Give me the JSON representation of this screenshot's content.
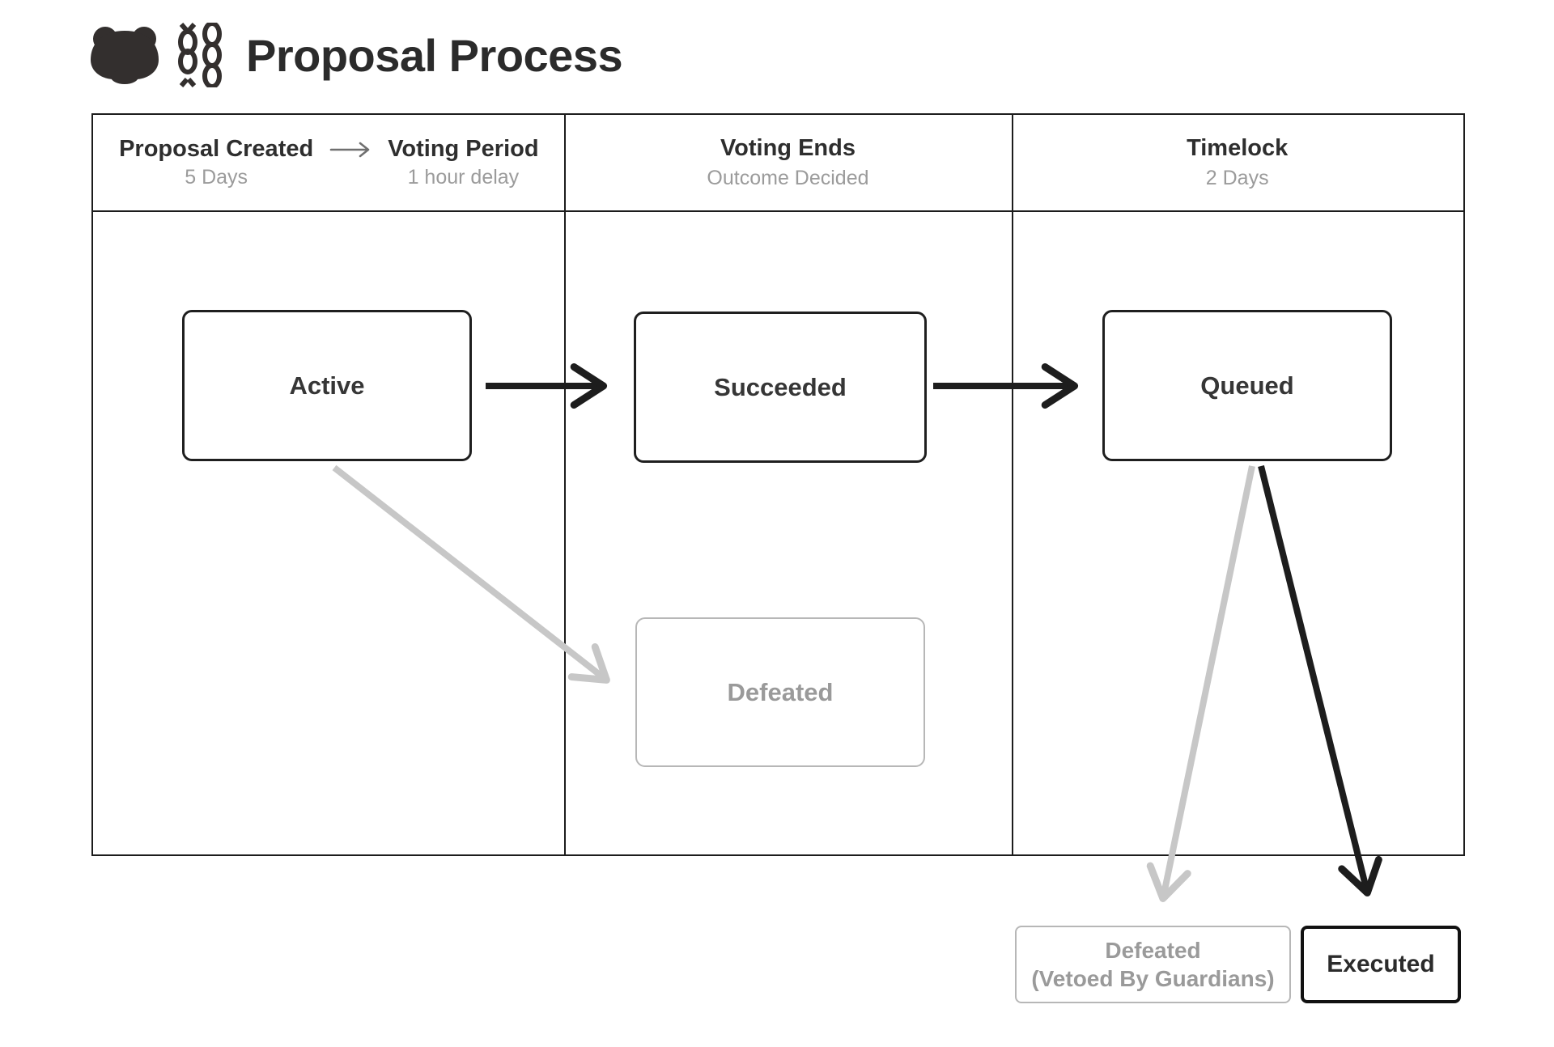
{
  "title": {
    "text": "Proposal Process",
    "icons": [
      "bear-icon",
      "chain-icon"
    ]
  },
  "table": {
    "columns": [
      {
        "type": "split",
        "left": {
          "title": "Proposal Created",
          "subtitle": "5 Days"
        },
        "arrow": "→",
        "right": {
          "title": "Voting Period",
          "subtitle": "1 hour delay"
        }
      },
      {
        "type": "simple",
        "title": "Voting Ends",
        "subtitle": "Outcome Decided"
      },
      {
        "type": "simple",
        "title": "Timelock",
        "subtitle": "2 Days"
      }
    ]
  },
  "nodes": {
    "active": {
      "label": "Active"
    },
    "succeeded": {
      "label": "Succeeded"
    },
    "queued": {
      "label": "Queued"
    },
    "defeated": {
      "label": "Defeated"
    },
    "defeated_vetoed": {
      "line1": "Defeated",
      "line2": "(Vetoed By Guardians)"
    },
    "executed": {
      "label": "Executed"
    }
  },
  "edges": [
    {
      "from": "Active",
      "to": "Succeeded",
      "color": "black"
    },
    {
      "from": "Succeeded",
      "to": "Queued",
      "color": "black"
    },
    {
      "from": "Active",
      "to": "Defeated",
      "color": "gray"
    },
    {
      "from": "Queued",
      "to": "Defeated (Vetoed By Guardians)",
      "color": "gray"
    },
    {
      "from": "Queued",
      "to": "Executed",
      "color": "black"
    }
  ],
  "colors": {
    "ink": "#2b2b2b",
    "box_border": "#1f1f1f",
    "gray_text": "#9a9a9a",
    "gray_border": "#b7b7b7",
    "gray_arrow": "#c7c7c7",
    "black_arrow": "#1d1d1d"
  }
}
